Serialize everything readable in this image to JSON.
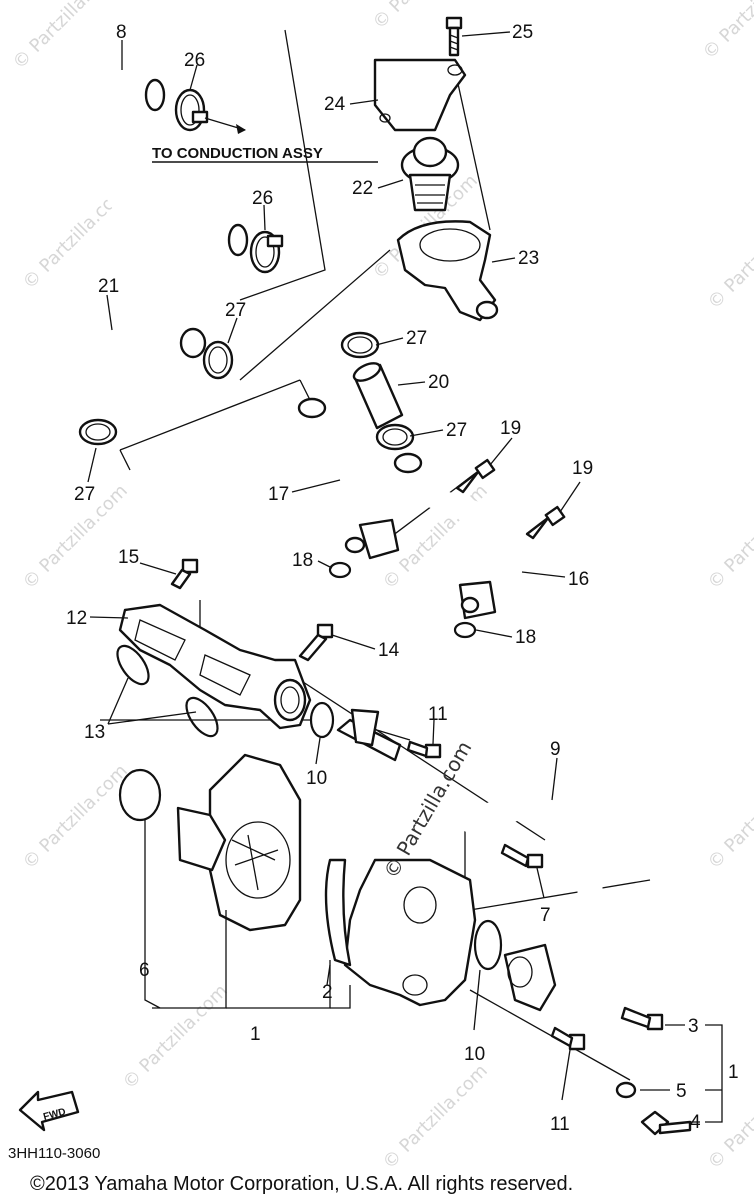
{
  "banner": "TO CONDUCTION ASSY",
  "diagram_code": "3HH110-3060",
  "copyright": "©2013  Yamaha Motor Corporation, U.S.A. All rights reserved.",
  "watermark": "© Partzilla.com",
  "fwd_label": "FWD",
  "callouts": {
    "c1": "1",
    "c1b": "1",
    "c2": "2",
    "c3": "3",
    "c4": "4",
    "c5": "5",
    "c6": "6",
    "c7": "7",
    "c8": "8",
    "c9": "9",
    "c10a": "10",
    "c10b": "10",
    "c11a": "11",
    "c11b": "11",
    "c12": "12",
    "c13": "13",
    "c14": "14",
    "c15": "15",
    "c16": "16",
    "c17": "17",
    "c18a": "18",
    "c18b": "18",
    "c19a": "19",
    "c19b": "19",
    "c20": "20",
    "c21": "21",
    "c22": "22",
    "c23": "23",
    "c24": "24",
    "c25": "25",
    "c26a": "26",
    "c26b": "26",
    "c27a": "27",
    "c27b": "27",
    "c27c": "27",
    "c27d": "27"
  }
}
